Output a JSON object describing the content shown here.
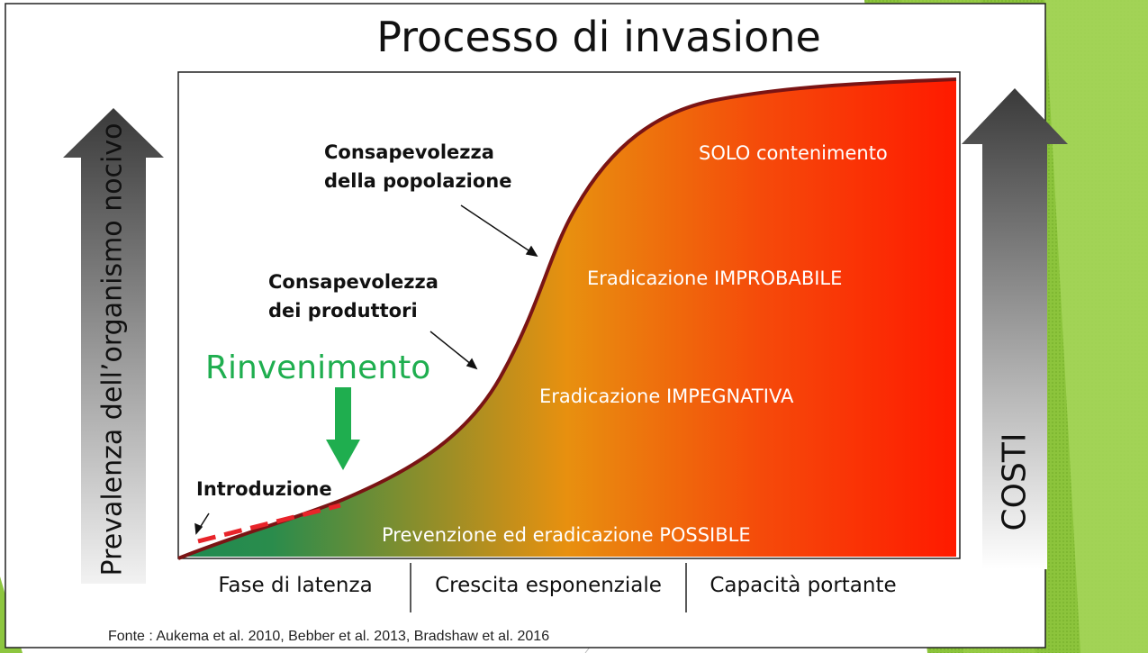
{
  "title": "Processo di invasione",
  "y_axis_label": "Prevalenza dell’organismo nocivo",
  "cost_arrow_label": "COSTI",
  "labels": {
    "consap_popolazione": [
      "Consapevolezza",
      "della popolazione"
    ],
    "consap_produttori": [
      "Consapevolezza",
      "dei produttori"
    ],
    "rinvenimento": "Rinvenimento",
    "introduzione": "Introduzione"
  },
  "zones": {
    "solo": "SOLO contenimento",
    "improbabile": "Eradicazione IMPROBABILE",
    "impegnativa": "Eradicazione IMPEGNATIVA",
    "possibile": "Prevenzione ed eradicazione POSSIBLE"
  },
  "phases": [
    "Fase di latenza",
    "Crescita esponenziale",
    "Capacità portante"
  ],
  "source": "Fonte : Aukema et al. 2010, Bebber et al. 2013, Bradshaw et al. 2016",
  "colors": {
    "curve": "#7a1414",
    "rinvenimento": "#1fae4f",
    "intro_dash": "#e8242a",
    "gradient": [
      "#1f8a52",
      "#e8900f",
      "#ff1a00"
    ],
    "deco_green": "#8dc63f"
  }
}
